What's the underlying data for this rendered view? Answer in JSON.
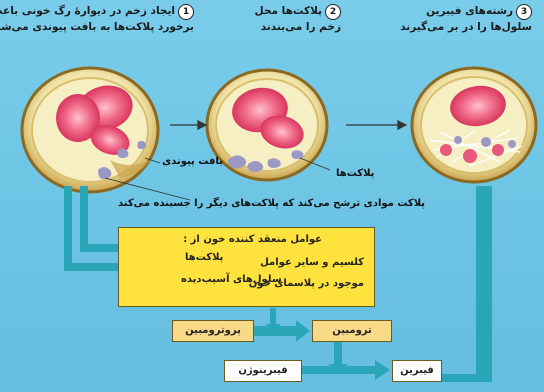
{
  "steps": [
    {
      "number": "1",
      "line1": "ایجاد زخم در دیوارهٔ رگ خونی باعث",
      "line2": "برخورد پلاکت‌ها به بافت پیوندی می‌شود"
    },
    {
      "number": "2",
      "line1": "پلاکت‌ها محل",
      "line2": "زخم را می‌بندند"
    },
    {
      "number": "3",
      "line1": "رشته‌های فیبرین",
      "line2": "سلول‌ها را در بر می‌گیرند"
    }
  ],
  "labels": {
    "connective_tissue": "بافت پیوندی",
    "platelets": "پلاکت‌ها",
    "secretion": "پلاکت موادی ترشح می‌کند که پلاکت‌های دیگر را جسبنده می‌کند"
  },
  "factors": {
    "title": "عوامل منعقد کننده خون از :",
    "right1": "کلسیم و سایر عوامل",
    "right2": "موجود در پلاسمای خون",
    "left1": "پلاکت‌ها",
    "left2": "سلول‌های آسیب‌دیده"
  },
  "chain": {
    "prothrombin": "پروترومبین",
    "thrombin": "ترومبین",
    "fibrinogen": "فیبرینوژن",
    "fibrin": "فیبرین"
  },
  "colors": {
    "arrow": "#2aa6b8",
    "background": "#6fc7e6",
    "factors_box": "#ffe23e",
    "enzyme_box": "#f7d987"
  }
}
